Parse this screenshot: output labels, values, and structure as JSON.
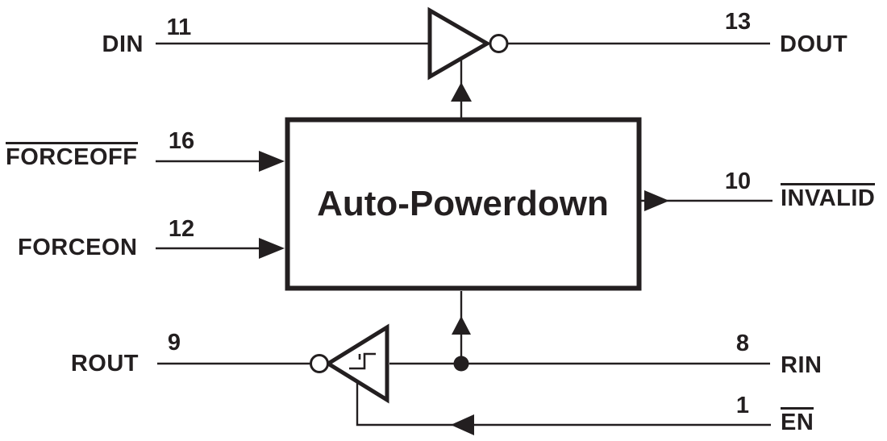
{
  "diagram": {
    "type": "block-diagram",
    "block_title": "Auto-Powerdown",
    "colors": {
      "ink": "#231f20",
      "background": "#ffffff"
    },
    "signals": {
      "din": {
        "label": "DIN",
        "pin": "11",
        "overline": false
      },
      "dout": {
        "label": "DOUT",
        "pin": "13",
        "overline": false
      },
      "forceoff": {
        "label": "FORCEOFF",
        "pin": "16",
        "overline": true
      },
      "forceon": {
        "label": "FORCEON",
        "pin": "12",
        "overline": false
      },
      "invalid": {
        "label": "INVALID",
        "pin": "10",
        "overline": true
      },
      "rout": {
        "label": "ROUT",
        "pin": "9",
        "overline": false
      },
      "rin": {
        "label": "RIN",
        "pin": "8",
        "overline": false
      },
      "en": {
        "label": "EN",
        "pin": "1",
        "overline": true
      }
    },
    "symbols": [
      "driver-inverter-symbol",
      "receiver-schmitt-inverter-symbol",
      "auto-powerdown-block"
    ]
  }
}
